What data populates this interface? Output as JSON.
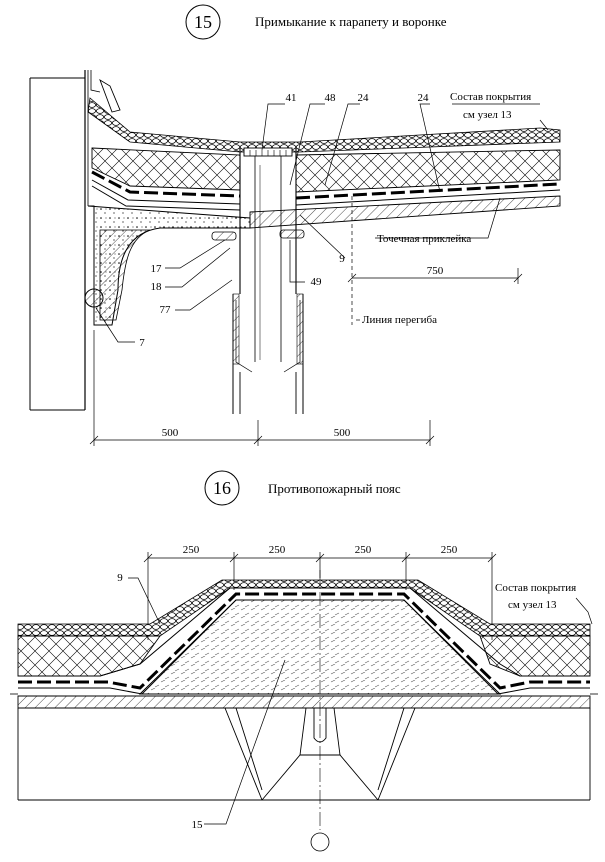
{
  "node15": {
    "number": "15",
    "title": "Примыкание к парапету и воронке",
    "callouts": [
      "41",
      "48",
      "24",
      "24",
      "9",
      "17",
      "18",
      "77",
      "49",
      "7"
    ],
    "composition_line1": "Состав покрытия",
    "composition_line2": "см  узел 13",
    "spot_glue": "Точечная приклейка",
    "bend_line": "Линия перегиба",
    "dim_750": "750",
    "dim_left": "500",
    "dim_right": "500"
  },
  "node16": {
    "number": "16",
    "title": "Противопожарный пояс",
    "dims": [
      "250",
      "250",
      "250",
      "250"
    ],
    "callout_9": "9",
    "callout_15": "15",
    "composition_line1": "Состав покрытия",
    "composition_line2": "см  узел 13"
  }
}
